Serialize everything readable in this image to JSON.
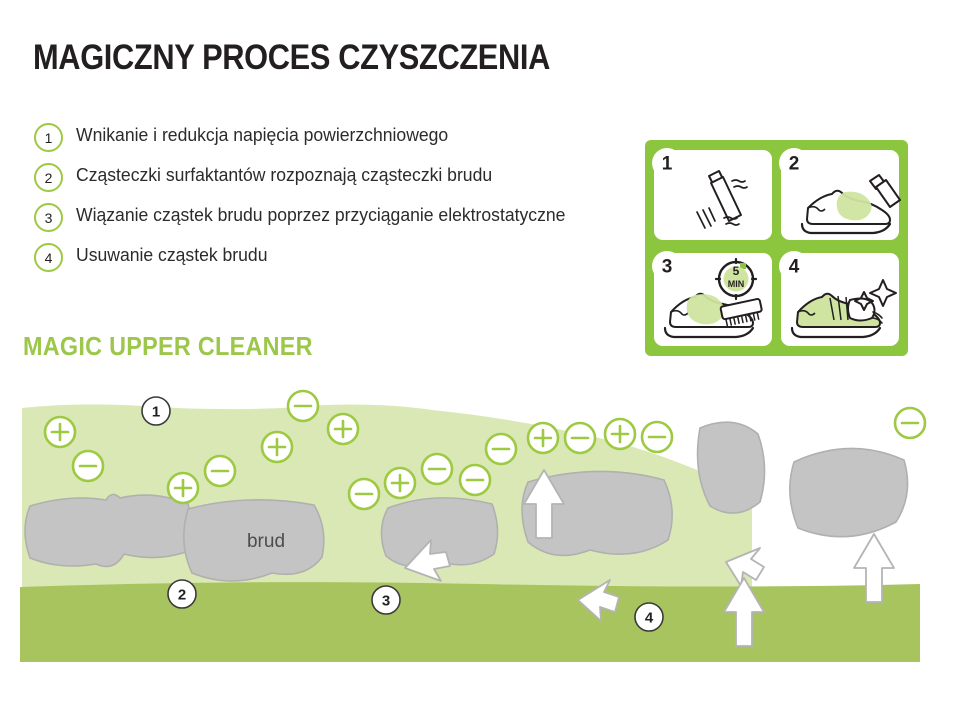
{
  "title": "MAGICZNY PROCES CZYSZCZENIA",
  "brandline": "MAGIC UPPER CLEANER",
  "steps": [
    {
      "num": "1",
      "text": "Wnikanie i redukcja napięcia powierzchniowego"
    },
    {
      "num": "2",
      "text": "Cząsteczki surfaktantów rozpoznają cząsteczki brudu"
    },
    {
      "num": "3",
      "text": "Wiązanie cząstek brudu poprzez przyciąganie elektrostatyczne"
    },
    {
      "num": "4",
      "text": "Usuwanie cząstek brudu"
    }
  ],
  "panels": [
    {
      "num": "1",
      "caption": "",
      "icon": "bottle-shake-icon"
    },
    {
      "num": "2",
      "caption": "",
      "icon": "shoe-apply-foam-icon"
    },
    {
      "num": "3",
      "caption": "",
      "icon": "shoe-brush-icon",
      "timer": "5",
      "timer_unit": "MIN"
    },
    {
      "num": "4",
      "caption": "",
      "icon": "shoe-wipe-sparkle-icon"
    }
  ],
  "diagram": {
    "dirt_label": "brud",
    "markers": [
      "1",
      "2",
      "3",
      "4"
    ],
    "charges": [
      "+",
      "-",
      "+",
      "-",
      "-",
      "+",
      "+",
      "-",
      "-",
      "+",
      "-",
      "+",
      "-",
      "+",
      "-",
      "+",
      "-",
      "+",
      "-"
    ]
  },
  "colors": {
    "brand_green": "#8cc63f",
    "ring_green": "#9ec943",
    "base_green": "#a8c45e",
    "liquid_green": "#d9e8b4",
    "dirt_gray": "#c4c4c4",
    "text_dark": "#231f20"
  }
}
